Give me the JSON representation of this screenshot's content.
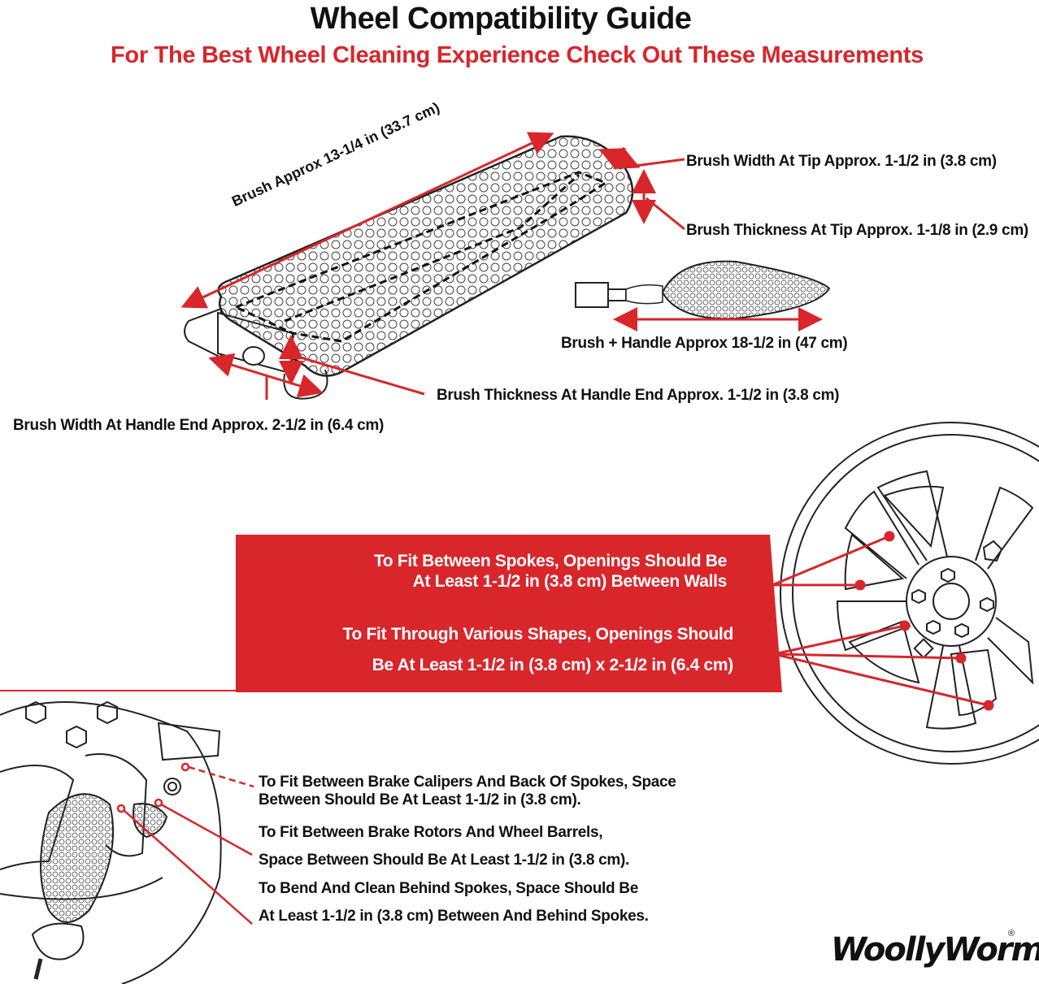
{
  "header": {
    "title": "Wheel Compatibility Guide",
    "subtitle": "For The Best Wheel Cleaning Experience Check Out These Measurements"
  },
  "colors": {
    "accent_red": "#d8262b",
    "line_art": "#222222",
    "text": "#111111",
    "background": "#ffffff"
  },
  "measurements": {
    "brush_length": "Brush Approx 13-1/4 in (33.7 cm)",
    "tip_width": "Brush Width At Tip Approx. 1-1/2 in (3.8 cm)",
    "tip_thickness": "Brush Thickness At Tip Approx. 1-1/8 in (2.9 cm)",
    "brush_handle": "Brush + Handle Approx 18-1/2 in (47 cm)",
    "handle_thickness": "Brush Thickness At Handle End Approx. 1-1/2 in (3.8 cm)",
    "handle_width": "Brush Width At Handle End Approx. 2-1/2 in (6.4 cm)"
  },
  "banner": {
    "spokes_line1": "To Fit Between Spokes, Openings Should Be",
    "spokes_line2": "At Least 1-1/2 in (3.8 cm) Between Walls",
    "shapes_line1": "To Fit Through Various Shapes, Openings Should",
    "shapes_line2": "Be At Least 1-1/2 in (3.8 cm) x 2-1/2 in (6.4 cm)"
  },
  "bottom_notes": {
    "calipers_line1": "To Fit Between Brake Calipers And Back Of Spokes, Space",
    "calipers_line2": "Between Should Be At Least 1-1/2 in (3.8 cm).",
    "rotors_line1": "To Fit Between Brake Rotors And Wheel Barrels,",
    "rotors_line2": "Space Between Should Be At Least 1-1/2 in (3.8 cm).",
    "behind_line1": "To Bend And Clean Behind Spokes, Space Should Be",
    "behind_line2": "At Least 1-1/2 in (3.8 cm) Between And Behind Spokes."
  },
  "logo": {
    "text": "WoollyWormit",
    "mark": "®"
  }
}
